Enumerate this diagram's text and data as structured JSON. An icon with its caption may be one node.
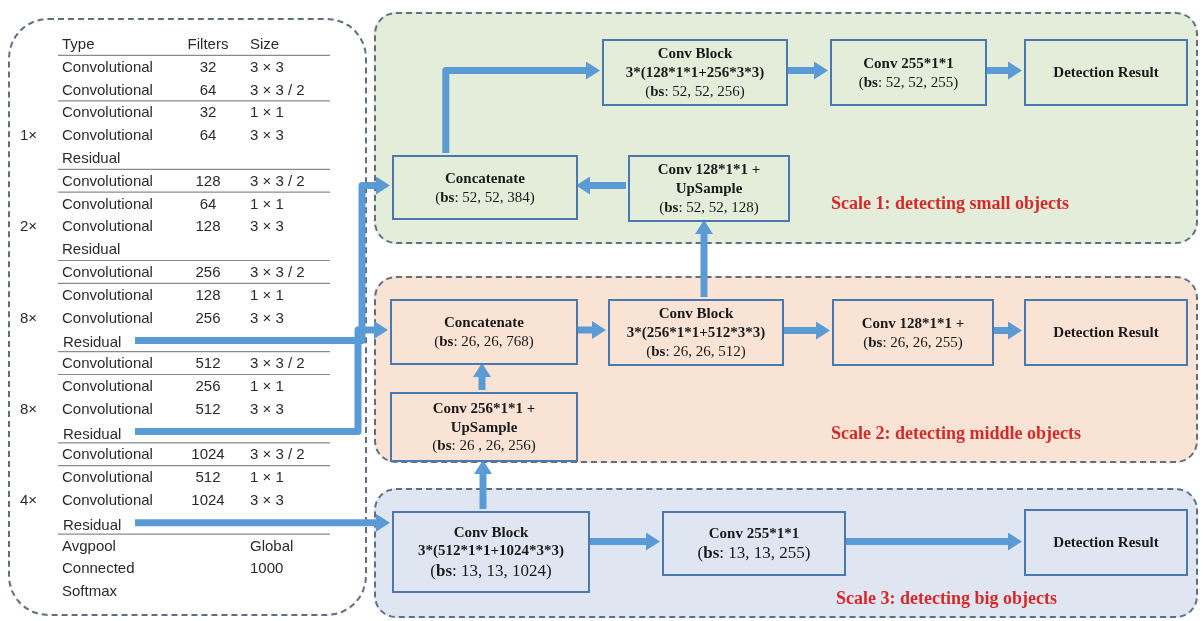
{
  "diagram": {
    "nodes": [
      {
        "text": [],
        "shape": "box"
      },
      {
        "text": [
          "Residual"
        ],
        "in": 0
      },
      {
        "text": [
          "Residual"
        ],
        "in": 0
      },
      {
        "text": [
          "Residual"
        ],
        "in": 0
      },
      {
        "text": [
          "Scale 1: detecting small objects"
        ]
      },
      {
        "text": [
          "Conv Block",
          "3*(128*1*1+256*3*3)",
          "(**bs**: 52, 52, 256)"
        ],
        "in": 4
      },
      {
        "text": [
          "Conv 255*1*1",
          "(**bs**: 52, 52, 255)"
        ],
        "in": 4
      },
      {
        "text": [
          "Detection Result"
        ],
        "in": 4
      },
      {
        "text": [
          "Concatenate",
          "(**bs**: 52, 52, 384)"
        ],
        "in": 4
      },
      {
        "text": [
          "Conv 128*1*1 + UpSample",
          "(**bs**: 52, 52, 128)"
        ],
        "in": 4
      },
      {
        "text": [
          "Scale 2: detecting middle objects"
        ]
      },
      {
        "text": [
          "Concatenate",
          "(**bs**: 26, 26, 768)"
        ],
        "in": 10
      },
      {
        "text": [
          "Conv Block",
          "3*(256*1*1+512*3*3)",
          "(**bs**: 26, 26, 512)"
        ],
        "in": 10
      },
      {
        "text": [
          "Conv 128*1*1 +",
          "(**bs**: 26, 26, 255)"
        ],
        "in": 10
      },
      {
        "text": [
          "Detection Result"
        ],
        "in": 10
      },
      {
        "text": [
          "Conv 256*1*1 + UpSample",
          "(**bs**: 26 , 26, 256)"
        ],
        "in": 10
      },
      {
        "text": [
          "Scale 3: detecting big objects"
        ]
      },
      {
        "text": [
          "Conv Block",
          "3*(512*1*1+1024*3*3)",
          "(**bs**: 13, 13, 1024)"
        ],
        "in": 16
      },
      {
        "text": [
          "Conv 255*1*1",
          "(**bs**: 13, 13, 255)"
        ],
        "in": 16
      },
      {
        "text": [
          "Detection Result"
        ],
        "in": 16
      }
    ],
    "edges": [
      {
        "from": 1,
        "to": 8,
        "arrow": "to"
      },
      {
        "from": 2,
        "to": 11,
        "arrow": "to"
      },
      {
        "from": 3,
        "to": 17,
        "arrow": "to"
      },
      {
        "from": 8,
        "to": 5,
        "arrow": "to"
      },
      {
        "from": 5,
        "to": 6,
        "arrow": "to"
      },
      {
        "from": 6,
        "to": 7,
        "arrow": "to"
      },
      {
        "from": 9,
        "to": 8,
        "arrow": "to"
      },
      {
        "from": 12,
        "to": 9,
        "arrow": "to"
      },
      {
        "from": 11,
        "to": 12,
        "arrow": "to"
      },
      {
        "from": 12,
        "to": 13,
        "arrow": "to"
      },
      {
        "from": 13,
        "to": 14,
        "arrow": "to"
      },
      {
        "from": 15,
        "to": 11,
        "arrow": "to"
      },
      {
        "from": 17,
        "to": 15,
        "arrow": "to"
      },
      {
        "from": 17,
        "to": 18,
        "arrow": "to"
      },
      {
        "from": 18,
        "to": 19,
        "arrow": "to"
      }
    ],
    "labels": [
      "Type",
      "Filters",
      "Size",
      "Convolutional",
      "32",
      "3 × 3",
      "Convolutional",
      "64",
      "3 × 3 / 2",
      "Convolutional",
      "32",
      "1 × 1",
      "1×",
      "Convolutional",
      "64",
      "3 × 3",
      "Residual",
      "Convolutional",
      "128",
      "3 × 3 / 2",
      "Convolutional",
      "64",
      "1 × 1",
      "2×",
      "Convolutional",
      "128",
      "3 × 3",
      "Residual",
      "Convolutional",
      "256",
      "3 × 3 / 2",
      "Convolutional",
      "128",
      "1 × 1",
      "8×",
      "Convolutional",
      "256",
      "3 × 3",
      "Convolutional",
      "512",
      "3 × 3 / 2",
      "Convolutional",
      "256",
      "1 × 1",
      "8×",
      "Convolutional",
      "512",
      "3 × 3",
      "Convolutional",
      "1024",
      "3 × 3 / 2",
      "Convolutional",
      "512",
      "1 × 1",
      "4×",
      "Convolutional",
      "1024",
      "3 × 3",
      "Avgpool",
      "Global",
      "Connected",
      "1000",
      "Softmax"
    ]
  }
}
